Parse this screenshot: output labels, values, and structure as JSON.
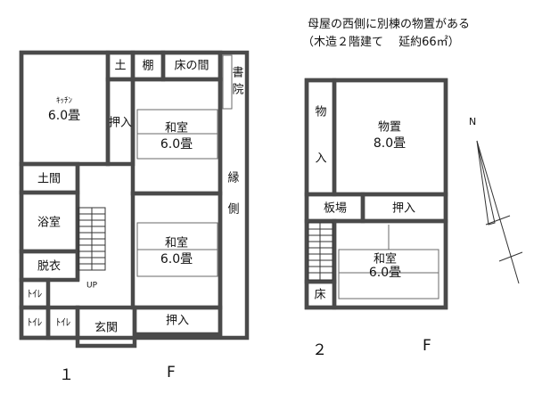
{
  "notes": {
    "line1": "母屋の西側に別棟の物置がある",
    "line2": "（木造２階建て　 延約66㎡）"
  },
  "floor1": {
    "label_num": "１",
    "label_f": "F",
    "rooms": {
      "kitchen_name": "ｷｯﾁﾝ",
      "kitchen_size": "6.0畳",
      "earth1": "土",
      "shelf": "棚",
      "tokonoma": "床の間",
      "shoin1": "書",
      "shoin2": "院",
      "oshiire1": "押入",
      "washitsu1_name": "和室",
      "washitsu1_size": "6.0畳",
      "doma": "土間",
      "engawa1": "縁",
      "engawa2": "側",
      "bath": "浴室",
      "washitsu2_name": "和室",
      "washitsu2_size": "6.0畳",
      "dressing": "脱衣",
      "up": "UP",
      "toilet1": "ﾄｲﾚ",
      "toilet2": "ﾄｲﾚ",
      "toilet3": "ﾄｲﾚ",
      "entrance": "玄関",
      "oshiire2": "押入"
    }
  },
  "floor2": {
    "label_num": "２",
    "label_f": "F",
    "rooms": {
      "storage_side1": "物",
      "storage_side2": "入",
      "storage_name": "物置",
      "storage_size": "8.0畳",
      "board_floor": "板場",
      "oshiire": "押入",
      "washitsu_name": "和室",
      "washitsu_size": "6.0畳",
      "toko": "床"
    }
  },
  "compass": {
    "north": "N"
  }
}
